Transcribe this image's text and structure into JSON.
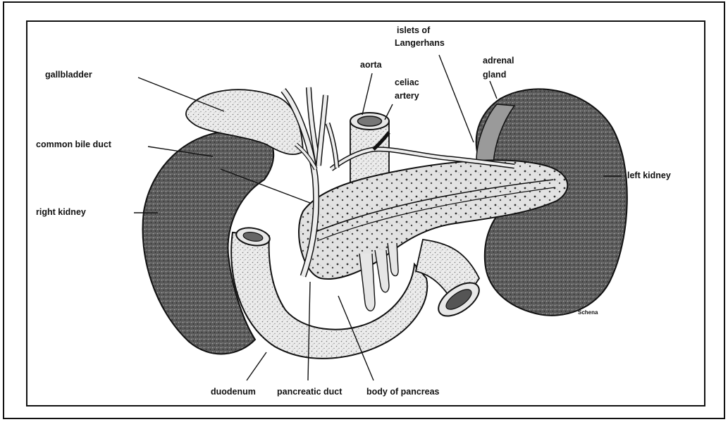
{
  "labels": {
    "islets_line1": "islets of",
    "islets_line2": "Langerhans",
    "adrenal_line1": "adrenal",
    "adrenal_line2": "gland",
    "aorta": "aorta",
    "celiac_line1": "celiac",
    "celiac_line2": "artery",
    "gallbladder": "gallbladder",
    "common_bile_duct": "common bile duct",
    "right_kidney": "right kidney",
    "left_kidney": "left kidney",
    "duodenum": "duodenum",
    "pancreatic_duct": "pancreatic duct",
    "body_of_pancreas": "body of pancreas",
    "signature": "Schena"
  },
  "colors": {
    "ink": "#111111",
    "kidney_fill": "#585858",
    "organ_fill": "#e9e9e9",
    "background": "#ffffff"
  }
}
